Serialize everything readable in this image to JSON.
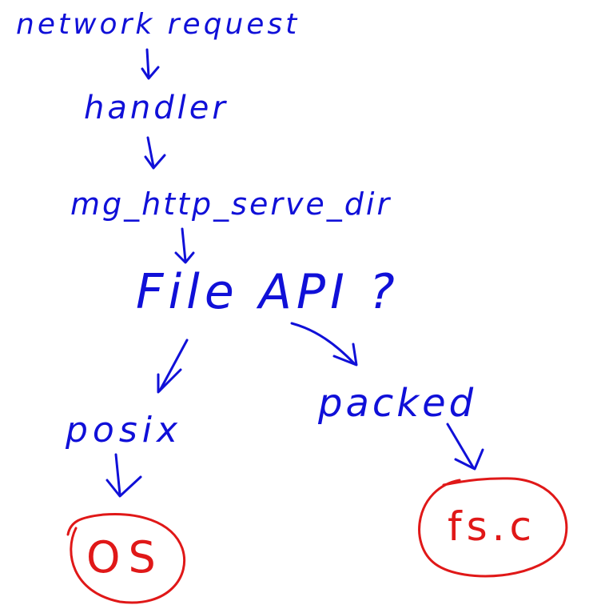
{
  "nodes": {
    "network_request": "network request",
    "handler": "handler",
    "serve_dir": "mg_http_serve_dir",
    "file_api": "File API ?",
    "posix": "posix",
    "packed": "packed",
    "os": "OS",
    "fs_c": "fs.c"
  },
  "colors": {
    "ink": "#1010d8",
    "highlight": "#e01818",
    "background": "#ffffff"
  }
}
